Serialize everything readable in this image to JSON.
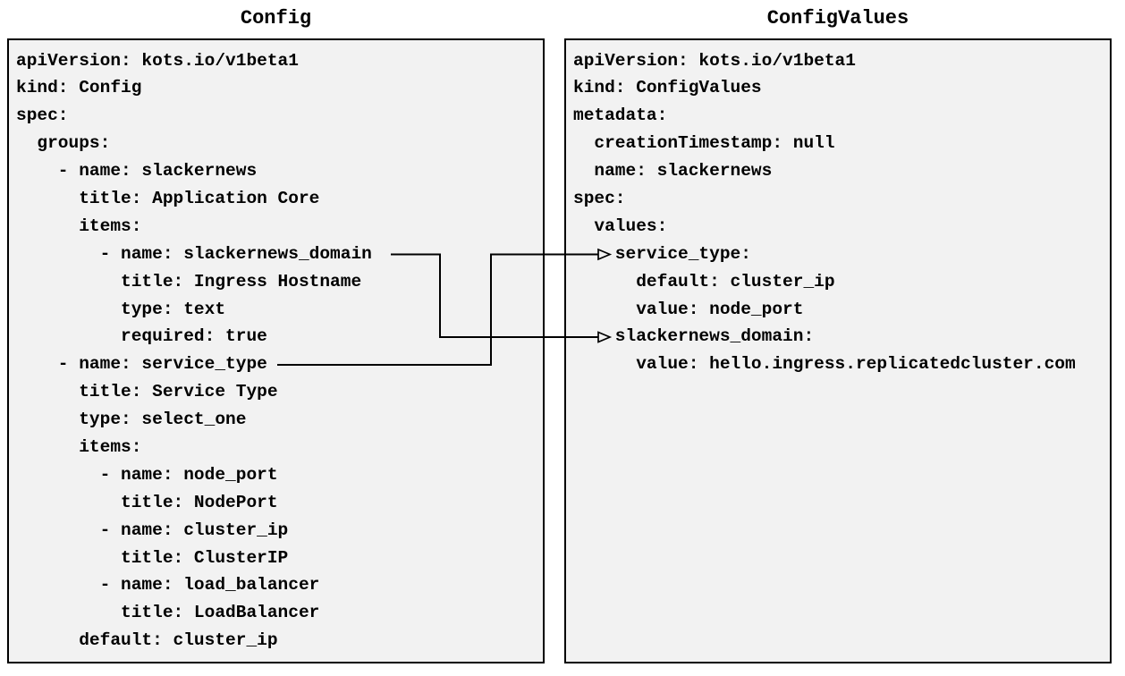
{
  "colors": {
    "page_background": "#ffffff",
    "panel_background": "#f2f2f2",
    "panel_border": "#000000",
    "text": "#000000",
    "connector": "#000000"
  },
  "panels": [
    {
      "title": "Config",
      "lines": [
        "apiVersion: kots.io/v1beta1",
        "kind: Config",
        "spec:",
        "  groups:",
        "    - name: slackernews",
        "      title: Application Core",
        "      items:",
        "        - name: slackernews_domain",
        "          title: Ingress Hostname",
        "          type: text",
        "          required: true",
        "    - name: service_type",
        "      title: Service Type",
        "      type: select_one",
        "      items:",
        "        - name: node_port",
        "          title: NodePort",
        "        - name: cluster_ip",
        "          title: ClusterIP",
        "        - name: load_balancer",
        "          title: LoadBalancer",
        "      default: cluster_ip"
      ]
    },
    {
      "title": "ConfigValues",
      "lines": [
        "apiVersion: kots.io/v1beta1",
        "kind: ConfigValues",
        "metadata:",
        "  creationTimestamp: null",
        "  name: slackernews",
        "spec:",
        "  values:",
        "    service_type:",
        "      default: cluster_ip",
        "      value: node_port",
        "    slackernews_domain:",
        "      value: hello.ingress.replicatedcluster.com"
      ]
    }
  ],
  "connections": [
    {
      "from_panel": "Config",
      "from_line": "- name: slackernews_domain",
      "to_panel": "ConfigValues",
      "to_line": "slackernews_domain:"
    },
    {
      "from_panel": "Config",
      "from_line": "- name: service_type",
      "to_panel": "ConfigValues",
      "to_line": "service_type:"
    }
  ]
}
